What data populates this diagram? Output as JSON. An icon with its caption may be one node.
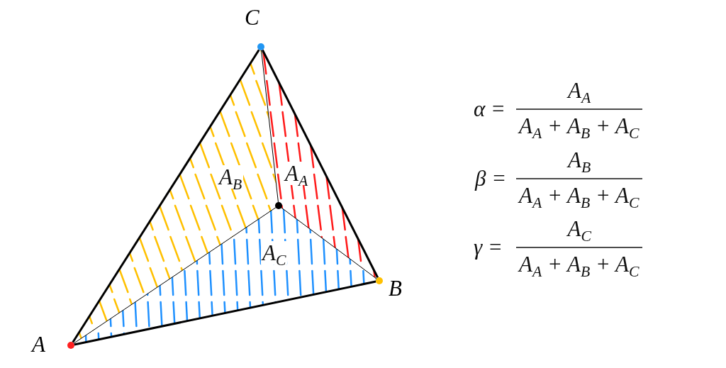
{
  "diagram": {
    "nodes": [
      {
        "text": [
          "A"
        ]
      },
      {
        "text": [
          "B"
        ]
      },
      {
        "text": [
          "C"
        ]
      },
      {
        "text": [],
        "shape": "circle"
      }
    ],
    "edges": [
      {
        "from": 0,
        "to": 1,
        "arrow": "none",
        "style": "thick"
      },
      {
        "from": 1,
        "to": 2,
        "arrow": "none",
        "style": "thick"
      },
      {
        "from": 2,
        "to": 0,
        "arrow": "none",
        "style": "thick"
      },
      {
        "from": 0,
        "to": 3,
        "arrow": "none"
      },
      {
        "from": 1,
        "to": 3,
        "arrow": "none"
      },
      {
        "from": 2,
        "to": 3,
        "arrow": "none"
      }
    ],
    "labels": [
      "A$_{B}$",
      "A$_{A}$",
      "A$_{C}$",
      "α =",
      "A$_{A}$",
      "A$_{A}$ + A$_{B}$ + A$_{C}$",
      "β =",
      "A$_{B}$",
      "A$_{A}$ + A$_{B}$ + A$_{C}$",
      "γ =",
      "A$_{C}$",
      "A$_{A}$ + A$_{B}$ + A$_{C}$"
    ]
  }
}
